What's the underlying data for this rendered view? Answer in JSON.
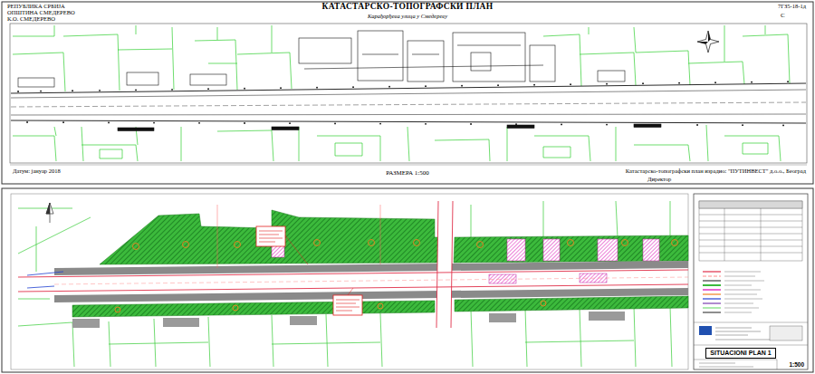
{
  "diagram": {
    "nodes": [
      {
        "text": [
          "КАТАСТАРСКО-ТОПОГРАФСКИ ПЛАН"
        ]
      },
      {
        "text": [
          "SITUACIONI PLAN 1"
        ]
      }
    ],
    "labels": [
      "РЕПУБЛИКА СРБИЈА",
      "ОПШТИНА СМЕДЕРЕВО",
      "К.О. СМЕДЕРЕВО",
      "Карађорђева улица у Смедереву",
      "7ГЗ5-18-1д",
      "С",
      "Датум: јануар 2018",
      "РАЗМЕРА 1:500",
      "Катастарско-топографски план израдио: \"ПУТИНВЕСТ\" д.о.о., Београд",
      "Директор",
      "1:500"
    ]
  }
}
